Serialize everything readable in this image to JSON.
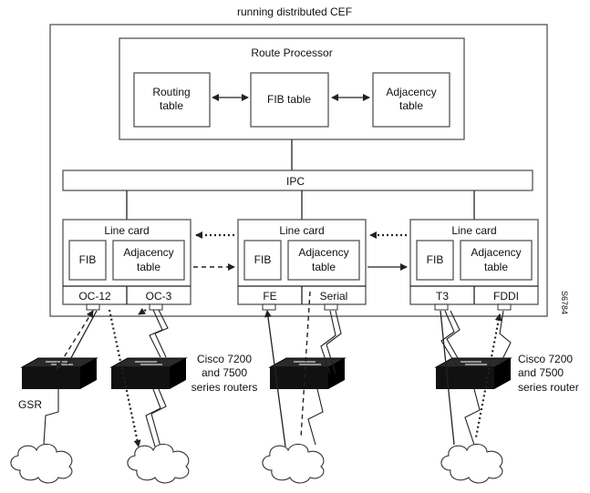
{
  "caption": "running distributed CEF",
  "route_processor": {
    "title": "Route Processor",
    "routing_table": [
      "Routing",
      "table"
    ],
    "fib_table": "FIB table",
    "adjacency_table": [
      "Adjacency",
      "table"
    ]
  },
  "ipc": "IPC",
  "line_cards": [
    {
      "title": "Line card",
      "fib": "FIB",
      "adjacency": [
        "Adjacency",
        "table"
      ],
      "ports": [
        "OC-12",
        "OC-3"
      ]
    },
    {
      "title": "Line card",
      "fib": "FIB",
      "adjacency": [
        "Adjacency",
        "table"
      ],
      "ports": [
        "FE",
        "Serial"
      ]
    },
    {
      "title": "Line card",
      "fib": "FIB",
      "adjacency": [
        "Adjacency",
        "table"
      ],
      "ports": [
        "T3",
        "FDDI"
      ]
    }
  ],
  "router_labels": {
    "gsr": "GSR",
    "cisco_left": [
      "Cisco 7200",
      "and 7500",
      "series routers"
    ],
    "cisco_right": [
      "Cisco 7200",
      "and 7500",
      "series router"
    ]
  },
  "figure_id": "S6784",
  "colors": {
    "switch_body": "#111111",
    "stroke": "#555555"
  },
  "icons": [
    "switch-icon",
    "cloud-icon"
  ]
}
